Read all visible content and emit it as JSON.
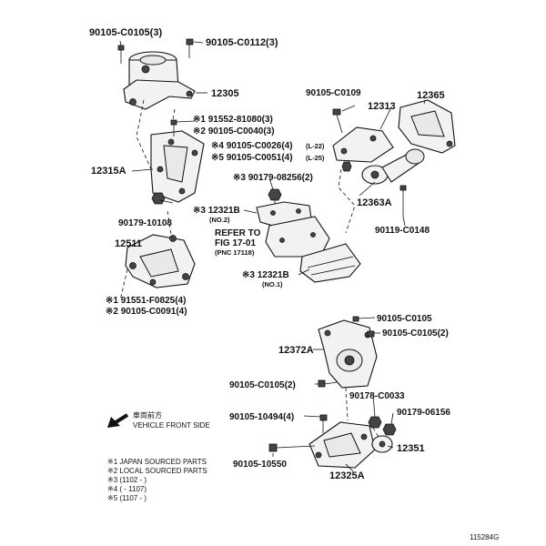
{
  "labels": {
    "l_90105_C0105_3_top": "90105-C0105(3)",
    "l_90105_C0112_3": "90105-C0112(3)",
    "l_12305": "12305",
    "l_91552_81080": "※1 91552-81080(3)",
    "l_90105_C0040": "※2 90105-C0040(3)",
    "l_90105_C0026": "※4 90105-C0026(4)",
    "l_90105_C0026_note": "(L-22)",
    "l_90105_C0051": "※5 90105-C0051(4)",
    "l_90105_C0051_note": "(L-25)",
    "l_12315A": "12315A",
    "l_90179_10108": "90179-10108",
    "l_90105_C0109": "90105-C0109",
    "l_12313": "12313",
    "l_12365": "12365",
    "l_90179_08256": "※3 90179-08256(2)",
    "l_12363A": "12363A",
    "l_90119_C0148": "90119-C0148",
    "l_12321B_no2": "※3 12321B",
    "l_no2": "(NO.2)",
    "l_refer1": "REFER TO",
    "l_refer2": "FIG 17-01",
    "l_refer3": "(PNC 17118)",
    "l_12511": "12511",
    "l_12321B_no1": "※3 12321B",
    "l_no1": "(NO.1)",
    "l_91551_F0825": "※1 91551-F0825(4)",
    "l_90105_C0091": "※2 90105-C0091(4)",
    "l_90105_C0105_right": "90105-C0105",
    "l_90105_C0105_2_right": "90105-C0105(2)",
    "l_12372A": "12372A",
    "l_90105_C0105_2_left": "90105-C0105(2)",
    "l_90178_C0033": "90178-C0033",
    "l_90105_10494": "90105-10494(4)",
    "l_90179_06156": "90179-06156",
    "l_12351": "12351",
    "l_90105_10550": "90105-10550",
    "l_12325A": "12325A",
    "vehicle_front_jp": "車両前方",
    "vehicle_front_en": "VEHICLE FRONT SIDE",
    "figure_id": "115284G"
  },
  "legend": [
    "※1 JAPAN SOURCED PARTS",
    "※2 LOCAL SOURCED PARTS",
    "※3 (1102 -          )",
    "※4 (        - 1107)",
    "※5 (1107 -          )"
  ]
}
